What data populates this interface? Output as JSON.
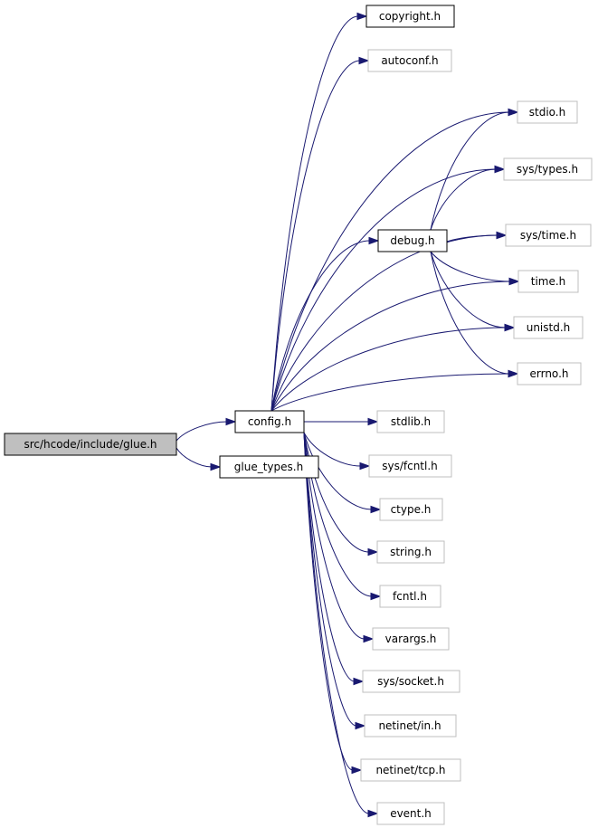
{
  "graph": {
    "colors": {
      "edge": "#191970",
      "root_fill": "#bfbfbf",
      "root_border": "#000000",
      "documented_border": "#000000",
      "external_border": "#bfbfbf",
      "node_fill": "#ffffff"
    },
    "nodes": {
      "root": "src/hcode/include/glue.h",
      "config": "config.h",
      "glue_types": "glue_types.h",
      "copyright": "copyright.h",
      "autoconf": "autoconf.h",
      "stdio": "stdio.h",
      "sys_types": "sys/types.h",
      "debug": "debug.h",
      "sys_time": "sys/time.h",
      "time": "time.h",
      "unistd": "unistd.h",
      "errno": "errno.h",
      "stdlib": "stdlib.h",
      "sys_fcntl": "sys/fcntl.h",
      "ctype": "ctype.h",
      "string": "string.h",
      "fcntl": "fcntl.h",
      "varargs": "varargs.h",
      "sys_socket": "sys/socket.h",
      "netinet_in": "netinet/in.h",
      "netinet_tcp": "netinet/tcp.h",
      "event": "event.h"
    },
    "edges": [
      [
        "root",
        "config"
      ],
      [
        "root",
        "glue_types"
      ],
      [
        "config",
        "copyright"
      ],
      [
        "config",
        "autoconf"
      ],
      [
        "config",
        "stdio"
      ],
      [
        "config",
        "sys_types"
      ],
      [
        "config",
        "sys_time"
      ],
      [
        "config",
        "debug"
      ],
      [
        "config",
        "time"
      ],
      [
        "config",
        "unistd"
      ],
      [
        "config",
        "errno"
      ],
      [
        "config",
        "stdlib"
      ],
      [
        "config",
        "sys_fcntl"
      ],
      [
        "config",
        "ctype"
      ],
      [
        "config",
        "string"
      ],
      [
        "config",
        "fcntl"
      ],
      [
        "config",
        "varargs"
      ],
      [
        "config",
        "sys_socket"
      ],
      [
        "config",
        "netinet_in"
      ],
      [
        "config",
        "netinet_tcp"
      ],
      [
        "config",
        "event"
      ],
      [
        "debug",
        "stdio"
      ],
      [
        "debug",
        "sys_types"
      ],
      [
        "debug",
        "sys_time"
      ],
      [
        "debug",
        "time"
      ],
      [
        "debug",
        "unistd"
      ],
      [
        "debug",
        "errno"
      ]
    ]
  }
}
